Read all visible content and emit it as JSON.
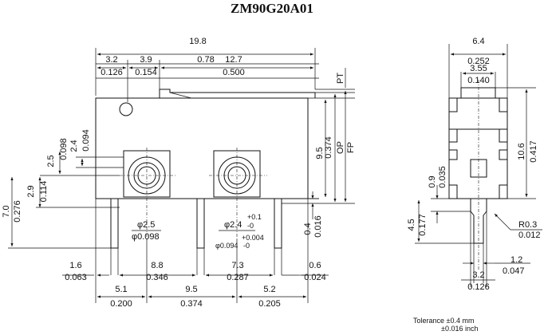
{
  "title": "ZM90G20A01",
  "front": {
    "overall_mm": "19.8",
    "overall_in": "0.78",
    "seg1_mm": "3.2",
    "seg1_in": "0.126",
    "seg2_mm": "3.9",
    "seg2_in": "0.154",
    "seg3_mm": "12.7",
    "seg3_in": "0.500",
    "pt": "PT",
    "op": "OP",
    "fp": "FP",
    "h95_mm": "9.5",
    "h95_in": "0.374",
    "h24_mm": "2.4",
    "h24_in": "0.094",
    "h25_mm": "2.5",
    "h25_in": "0.098",
    "h29_mm": "2.9",
    "h29_in": "0.114",
    "h70_mm": "7.0",
    "h70_in": "0.276",
    "h04_mm": "0.4",
    "h04_in": "0.016",
    "hole1_mm": "φ2.5",
    "hole1_in": "φ0.098",
    "hole2_mm": "φ2.4",
    "hole2_tol_mm": "+0.1",
    "hole2_tol_mm2": "-0",
    "hole2_in": "φ0.094",
    "hole2_tol_in": "+0.004",
    "hole2_tol_in2": "-0",
    "b16_mm": "1.6",
    "b16_in": "0.063",
    "b88_mm": "8.8",
    "b88_in": "0.346",
    "b73_mm": "7.3",
    "b73_in": "0.287",
    "b06_mm": "0.6",
    "b06_in": "0.024",
    "c51_mm": "5.1",
    "c51_in": "0.200",
    "c95_mm": "9.5",
    "c95_in": "0.374",
    "c52_mm": "5.2",
    "c52_in": "0.205"
  },
  "side": {
    "w64_mm": "6.4",
    "w64_in": "0.252",
    "w355_mm": "3.55",
    "w355_in": "0.140",
    "h106_mm": "10.6",
    "h106_in": "0.417",
    "h09_mm": "0.9",
    "h09_in": "0.035",
    "h45_mm": "4.5",
    "h45_in": "0.177",
    "r03_mm": "R0.3",
    "r03_in": "0.012",
    "w12_mm": "1.2",
    "w12_in": "0.047",
    "w32_mm": "3.2",
    "w32_in": "0.126"
  },
  "tolerance": {
    "line1": "Tolerance ±0.4 mm",
    "line2": "±0.016 inch"
  }
}
